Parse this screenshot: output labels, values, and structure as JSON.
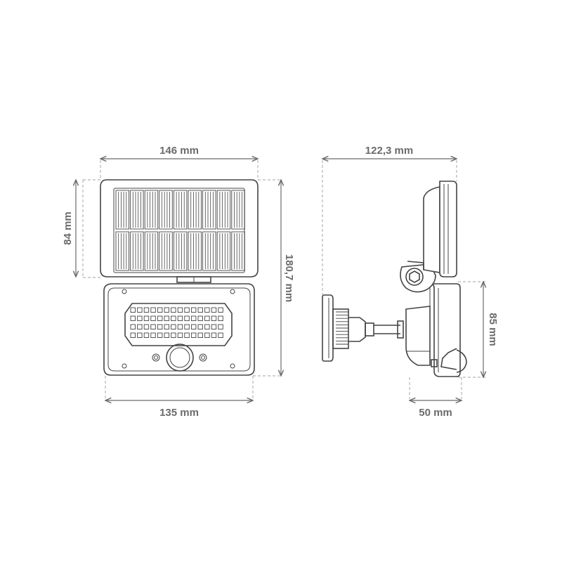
{
  "dimensions": {
    "panel_width": "146 mm",
    "panel_height": "84 mm",
    "total_height": "180,7 mm",
    "lamp_width": "135 mm",
    "side_depth": "122,3 mm",
    "side_lamp_height": "85 mm",
    "side_lamp_depth": "50 mm"
  },
  "colors": {
    "line": "#444444",
    "dimension": "#6b6b6b",
    "dash": "#b3b3b3"
  }
}
